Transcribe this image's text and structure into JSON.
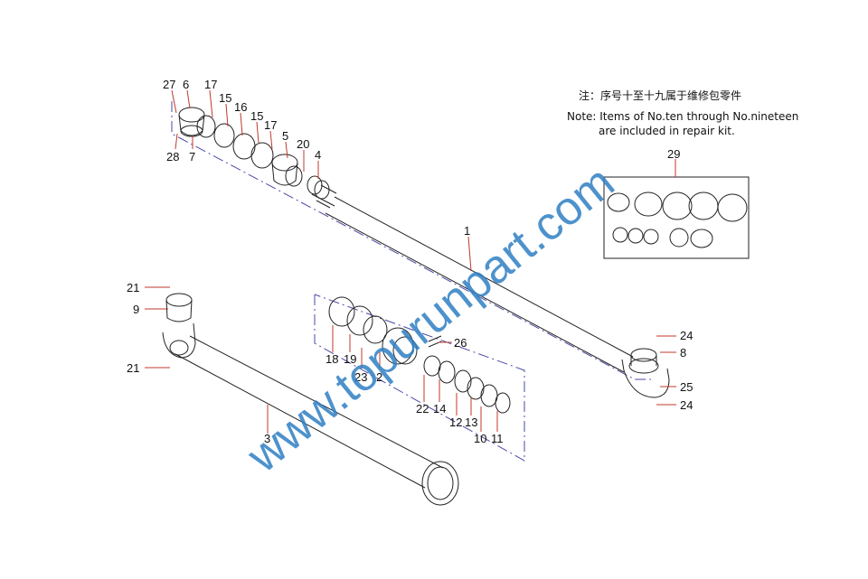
{
  "notes": {
    "chinese": "注：序号十至十九属于维修包零件",
    "english_line1": "Note: Items of No.ten through No.nineteen",
    "english_line2": "are included in repair kit."
  },
  "watermark": "www.topurunpart.com",
  "callouts": {
    "c27": "27",
    "c6": "6",
    "c17a": "17",
    "c15a": "15",
    "c16": "16",
    "c15b": "15",
    "c17b": "17",
    "c5": "5",
    "c20": "20",
    "c4": "4",
    "c28": "28",
    "c7": "7",
    "c1": "1",
    "c29": "29",
    "c21a": "21",
    "c9": "9",
    "c21b": "21",
    "c3": "3",
    "c18": "18",
    "c19": "19",
    "c23": "23",
    "c2": "2",
    "c26": "26",
    "c22": "22",
    "c14": "14",
    "c12": "12",
    "c13": "13",
    "c10": "10",
    "c11": "11",
    "c24a": "24",
    "c8": "8",
    "c25": "25",
    "c24b": "24"
  },
  "colors": {
    "watermark": "#2f7fc4",
    "leader": "#c0392b",
    "centerline": "#4a4aa8"
  }
}
